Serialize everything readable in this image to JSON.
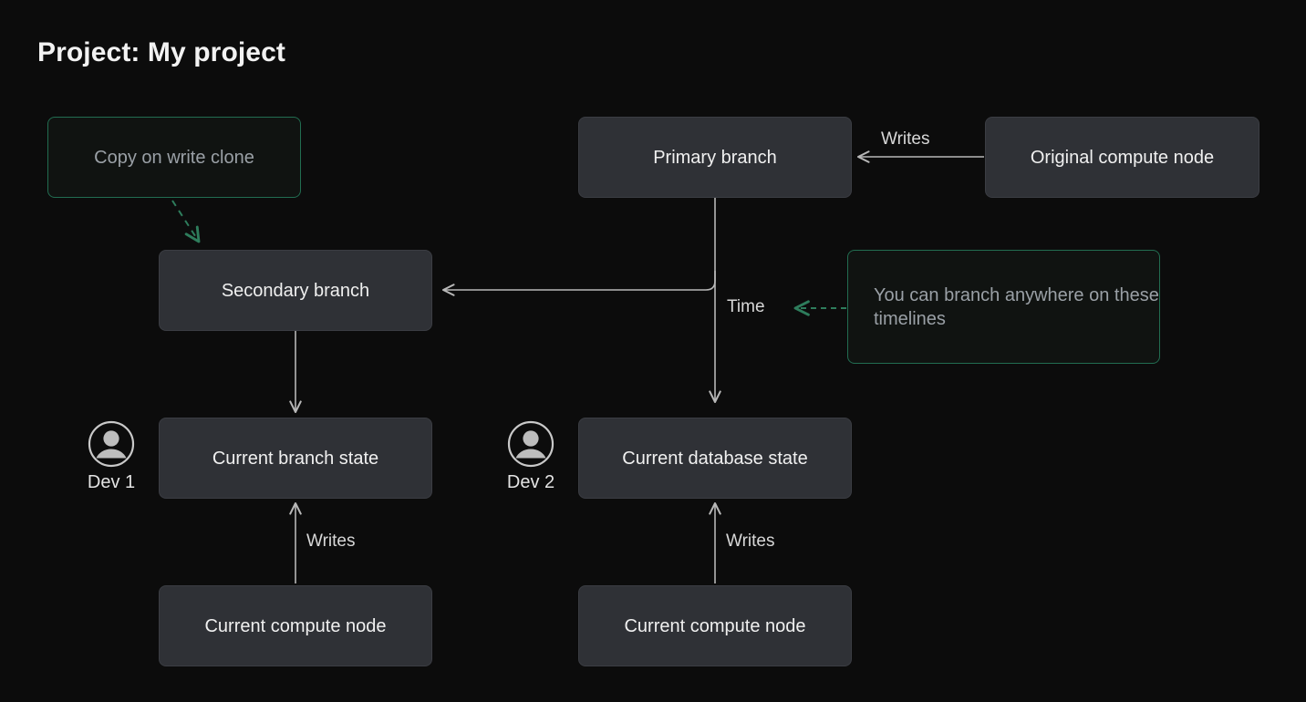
{
  "page": {
    "title": "Project: My project",
    "background_color": "#0c0c0c",
    "node_fill": "#2f3136",
    "node_border": "#3b3d43",
    "accent_green": "#226d51",
    "line_color": "#b8b8b8"
  },
  "nodes": {
    "copy_on_write_clone": {
      "label": "Copy on write clone",
      "kind": "annotation"
    },
    "primary_branch": {
      "label": "Primary branch",
      "kind": "box"
    },
    "original_compute_node": {
      "label": "Original compute node",
      "kind": "box"
    },
    "secondary_branch": {
      "label": "Secondary branch",
      "kind": "box"
    },
    "branch_anywhere_note": {
      "label": "You can branch anywhere on these timelines",
      "kind": "annotation"
    },
    "current_branch_state": {
      "label": "Current branch state",
      "kind": "box"
    },
    "current_database_state": {
      "label": "Current database state",
      "kind": "box"
    },
    "current_compute_node_left": {
      "label": "Current compute node",
      "kind": "box"
    },
    "current_compute_node_right": {
      "label": "Current compute node",
      "kind": "box"
    }
  },
  "edge_labels": {
    "writes_top": "Writes",
    "time": "Time",
    "writes_left": "Writes",
    "writes_right": "Writes"
  },
  "developers": [
    {
      "label": "Dev 1",
      "icon": "user-avatar-icon"
    },
    {
      "label": "Dev 2",
      "icon": "user-avatar-icon"
    }
  ]
}
